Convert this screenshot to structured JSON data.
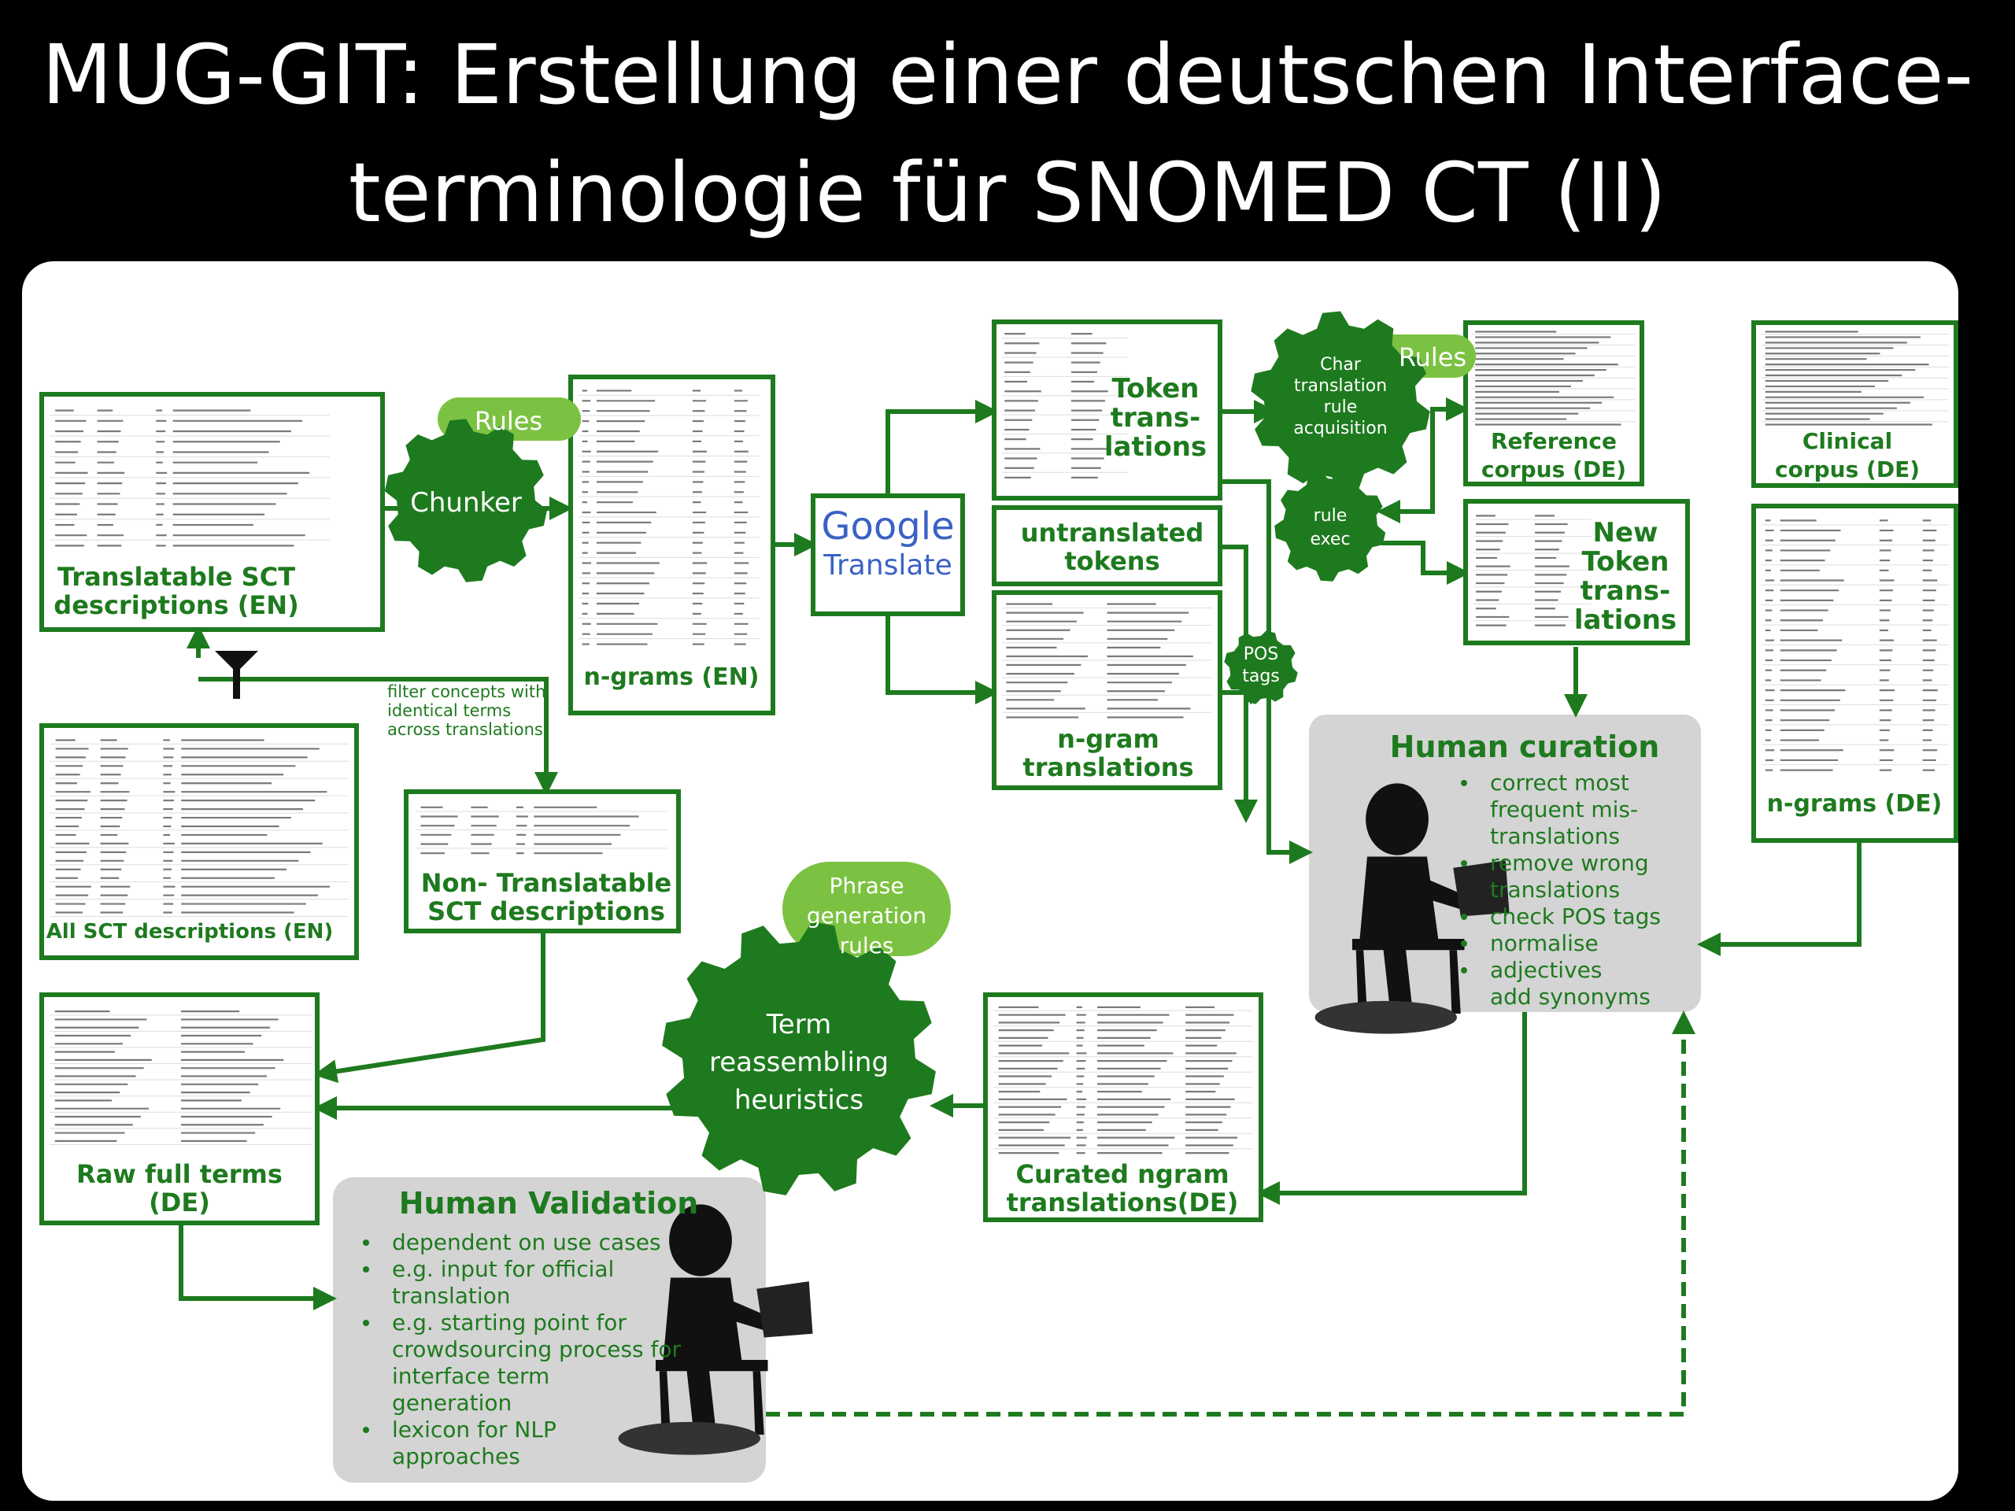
{
  "title": {
    "line1": "MUG-GIT: Erstellung einer deutschen Interface-",
    "line2": "terminologie für SNOMED CT (II)"
  },
  "boxes": {
    "translatable": [
      "Translatable SCT",
      "descriptions (EN)"
    ],
    "all_sct": [
      "All SCT descriptions (EN)"
    ],
    "non_translatable": [
      "Non- Translatable",
      "SCT descriptions"
    ],
    "ngrams_en": [
      "n-grams (EN)"
    ],
    "token_translations": [
      "Token",
      "trans-",
      "lations"
    ],
    "untranslated": [
      "untranslated",
      "tokens"
    ],
    "ngram_translations": [
      "n-gram",
      "translations"
    ],
    "reference_corpus": [
      "Reference",
      "corpus (DE)"
    ],
    "clinical_corpus": [
      "Clinical",
      "corpus (DE)"
    ],
    "new_token_translations": [
      "New",
      "Token",
      "trans-",
      "lations"
    ],
    "ngrams_de": [
      "n-grams (DE)"
    ],
    "raw_full_terms": [
      "Raw full terms",
      "(DE)"
    ],
    "curated_ngram": [
      "Curated ngram",
      "translations(DE)"
    ]
  },
  "gears": {
    "chunker": [
      "Chunker"
    ],
    "char_translation": [
      "Char",
      "translation",
      "rule",
      "acquisition"
    ],
    "rule_exec": [
      "rule",
      "exec"
    ],
    "pos_tags": [
      "POS",
      "tags"
    ],
    "term_reassembling": [
      "Term",
      "reassembling",
      "heuristics"
    ]
  },
  "pills": {
    "rules_chunker": "Rules",
    "rules_char": "Rules",
    "phrase_generation": [
      "Phrase",
      "generation",
      "rules"
    ]
  },
  "filter_note": [
    "filter concepts with",
    "identical terms",
    "across translations"
  ],
  "google_translate": {
    "google": "Google",
    "translate": "Translate"
  },
  "human_curation": {
    "title": "Human curation",
    "bullets": [
      [
        "correct most",
        "frequent mis-",
        "translations"
      ],
      [
        "remove wrong",
        "translations"
      ],
      [
        "check POS tags"
      ],
      [
        "normalise"
      ],
      [
        "adjectives",
        "add synonyms"
      ]
    ]
  },
  "human_validation": {
    "title": "Human Validation",
    "bullets": [
      [
        "dependent on use cases"
      ],
      [
        "e.g. input for official",
        "translation"
      ],
      [
        "e.g. starting point for",
        "crowdsourcing process for",
        "interface term",
        "generation"
      ],
      [
        "lexicon for NLP",
        "approaches"
      ]
    ]
  },
  "colors": {
    "green": "#1e7a1e",
    "light_green": "#7cc242",
    "gray_box": "#d4d4d4",
    "background": "#000000",
    "panel": "#ffffff"
  }
}
